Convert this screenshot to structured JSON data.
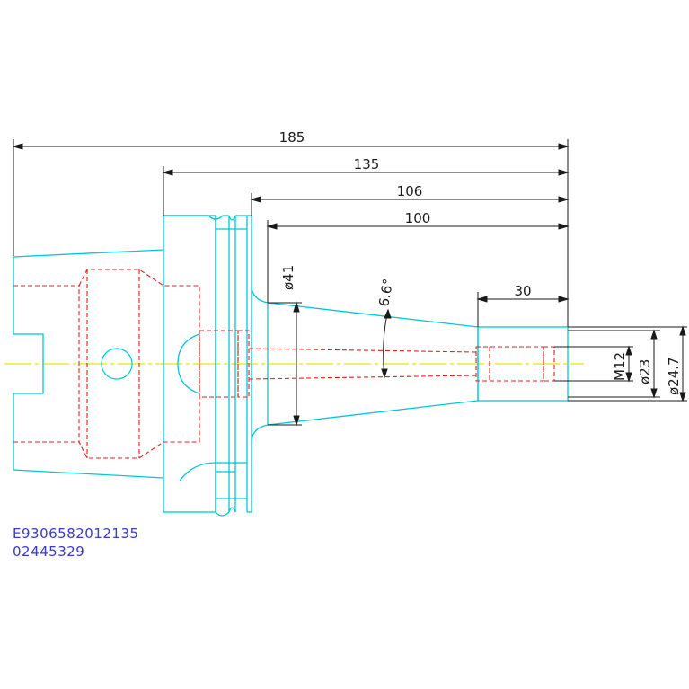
{
  "drawing": {
    "dimensions": {
      "overall_length": "185",
      "flange_length": "135",
      "body_length": "106",
      "taper_length": "100",
      "nose_length": "30",
      "taper_base_dia": "ø41",
      "taper_angle": "6.6°",
      "thread": "M12",
      "bore_dia": "ø23",
      "outer_dia": "ø24.7"
    },
    "part_code": "E9306582012135",
    "part_number": "02445329"
  },
  "colors": {
    "outline": "#00c8d8",
    "hidden": "#e02020",
    "dimension": "#1a1a1a",
    "centerline": "#e8e800",
    "text_code": "#3a3acc"
  }
}
